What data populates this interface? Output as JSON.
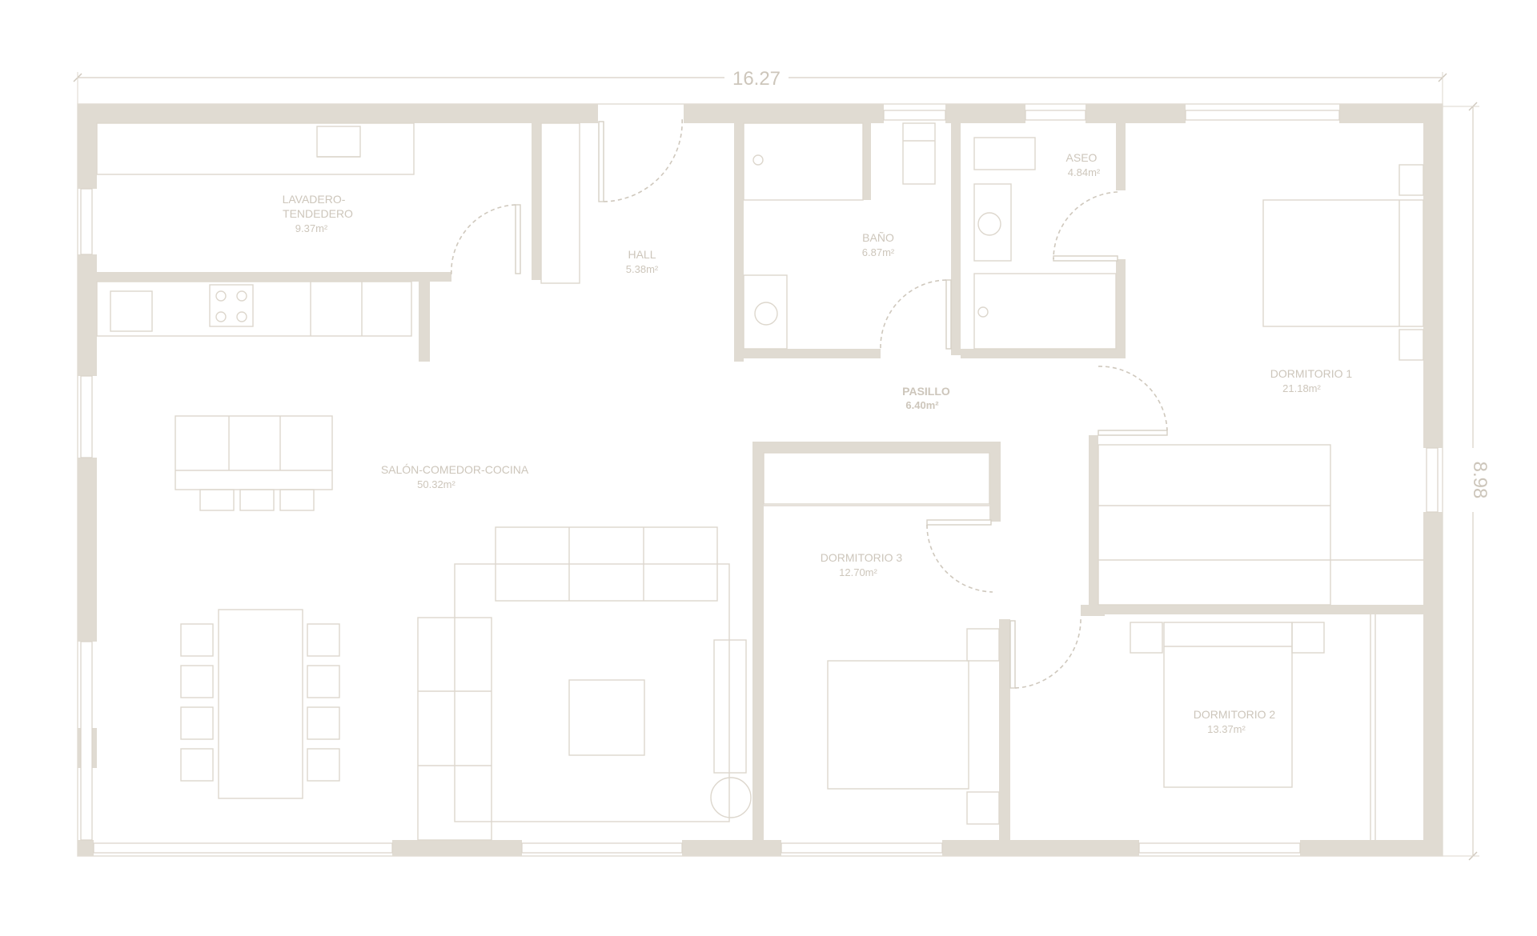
{
  "dimensions": {
    "width_label": "16.27",
    "height_label": "8.98"
  },
  "rooms": {
    "lavadero": {
      "name_1": "LAVADERO-",
      "name_2": "TENDEDERO",
      "area": "9.37m²"
    },
    "hall": {
      "name": "HALL",
      "area": "5.38m²"
    },
    "bano": {
      "name": "BAÑO",
      "area": "6.87m²"
    },
    "aseo": {
      "name": "ASEO",
      "area": "4.84m²"
    },
    "dormitorio1": {
      "name": "DORMITORIO 1",
      "area": "21.18m²"
    },
    "pasillo": {
      "name": "PASILLO",
      "area": "6.40m²"
    },
    "salon": {
      "name": "SALÓN-COMEDOR-COCINA",
      "area": "50.32m²"
    },
    "dormitorio3": {
      "name": "DORMITORIO 3",
      "area": "12.70m²"
    },
    "dormitorio2": {
      "name": "DORMITORIO 2",
      "area": "13.37m²"
    }
  },
  "colors": {
    "wall": "#e0dbd2",
    "line": "#ddd7cd",
    "label": "#cdc6bb",
    "background": "#ffffff"
  }
}
